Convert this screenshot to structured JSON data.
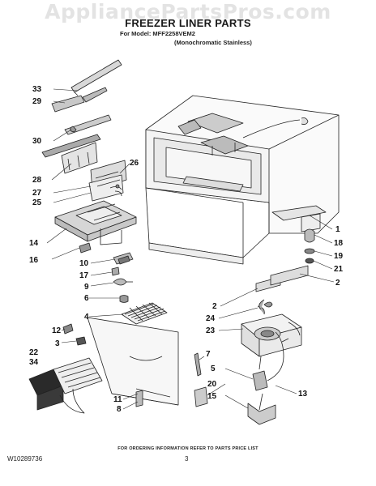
{
  "watermark": "AppliancePartsPros.com",
  "header": {
    "title": "FREEZER LINER PARTS",
    "model_line": "For Model: MFF2258VEM2",
    "variant_line": "(Monochromatic Stainless)"
  },
  "footer": {
    "ordering_note": "FOR ORDERING INFORMATION REFER TO PARTS PRICE LIST",
    "doc_number": "W10289736",
    "page_number": "3"
  },
  "callouts": [
    "33",
    "29",
    "30",
    "28",
    "27",
    "25",
    "26",
    "14",
    "16",
    "10",
    "17",
    "9",
    "6",
    "4",
    "12",
    "3",
    "22",
    "34",
    "11",
    "8",
    "7",
    "5",
    "20",
    "15",
    "13",
    "1",
    "18",
    "19",
    "21",
    "2",
    "2",
    "24",
    "23"
  ]
}
